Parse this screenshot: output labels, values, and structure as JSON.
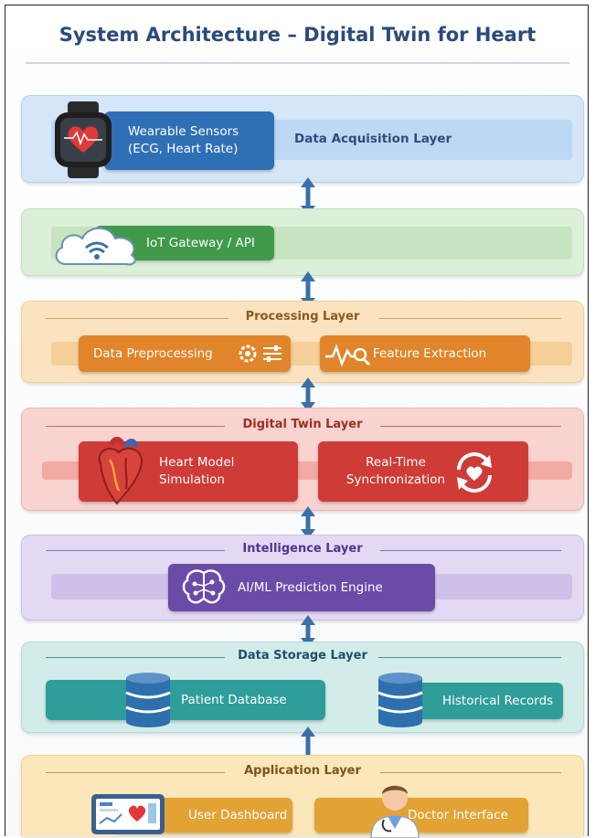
{
  "title": "System Architecture – Digital Twin for Heart",
  "layers": {
    "acquisition": {
      "label": "Data Acquisition Layer",
      "box": "Wearable Sensors\n(ECG, Heart Rate)"
    },
    "gateway": {
      "box": "IoT Gateway / API"
    },
    "processing": {
      "label": "Processing Layer",
      "left_box": "Data Preprocessing",
      "right_box": "Feature Extraction"
    },
    "digital_twin": {
      "label": "Digital Twin Layer",
      "left_box": "Heart Model\nSimulation",
      "right_box": "Real-Time\nSynchronization"
    },
    "intelligence": {
      "label": "Intelligence Layer",
      "box": "AI/ML Prediction Engine"
    },
    "storage": {
      "label": "Data Storage Layer",
      "left_box": "Patient Database",
      "right_box": "Historical Records"
    },
    "application": {
      "label": "Application Layer",
      "left_box": "User Dashboard",
      "right_box": "Doctor Interface"
    }
  },
  "colors": {
    "acquisition": "#2f6fb5",
    "gateway": "#3f9a4a",
    "processing": "#e0852a",
    "digital_twin": "#cf3b36",
    "intelligence": "#6a4ba8",
    "storage": "#2f9d9a",
    "application": "#e3a234",
    "arrow": "#3a6fa8"
  },
  "icons": [
    "smartwatch-icon",
    "cloud-wifi-icon",
    "gear-sliders-icon",
    "heartbeat-search-icon",
    "heart-organ-icon",
    "sync-heart-icon",
    "brain-icon",
    "database-icon",
    "dashboard-monitor-icon",
    "doctor-icon"
  ]
}
